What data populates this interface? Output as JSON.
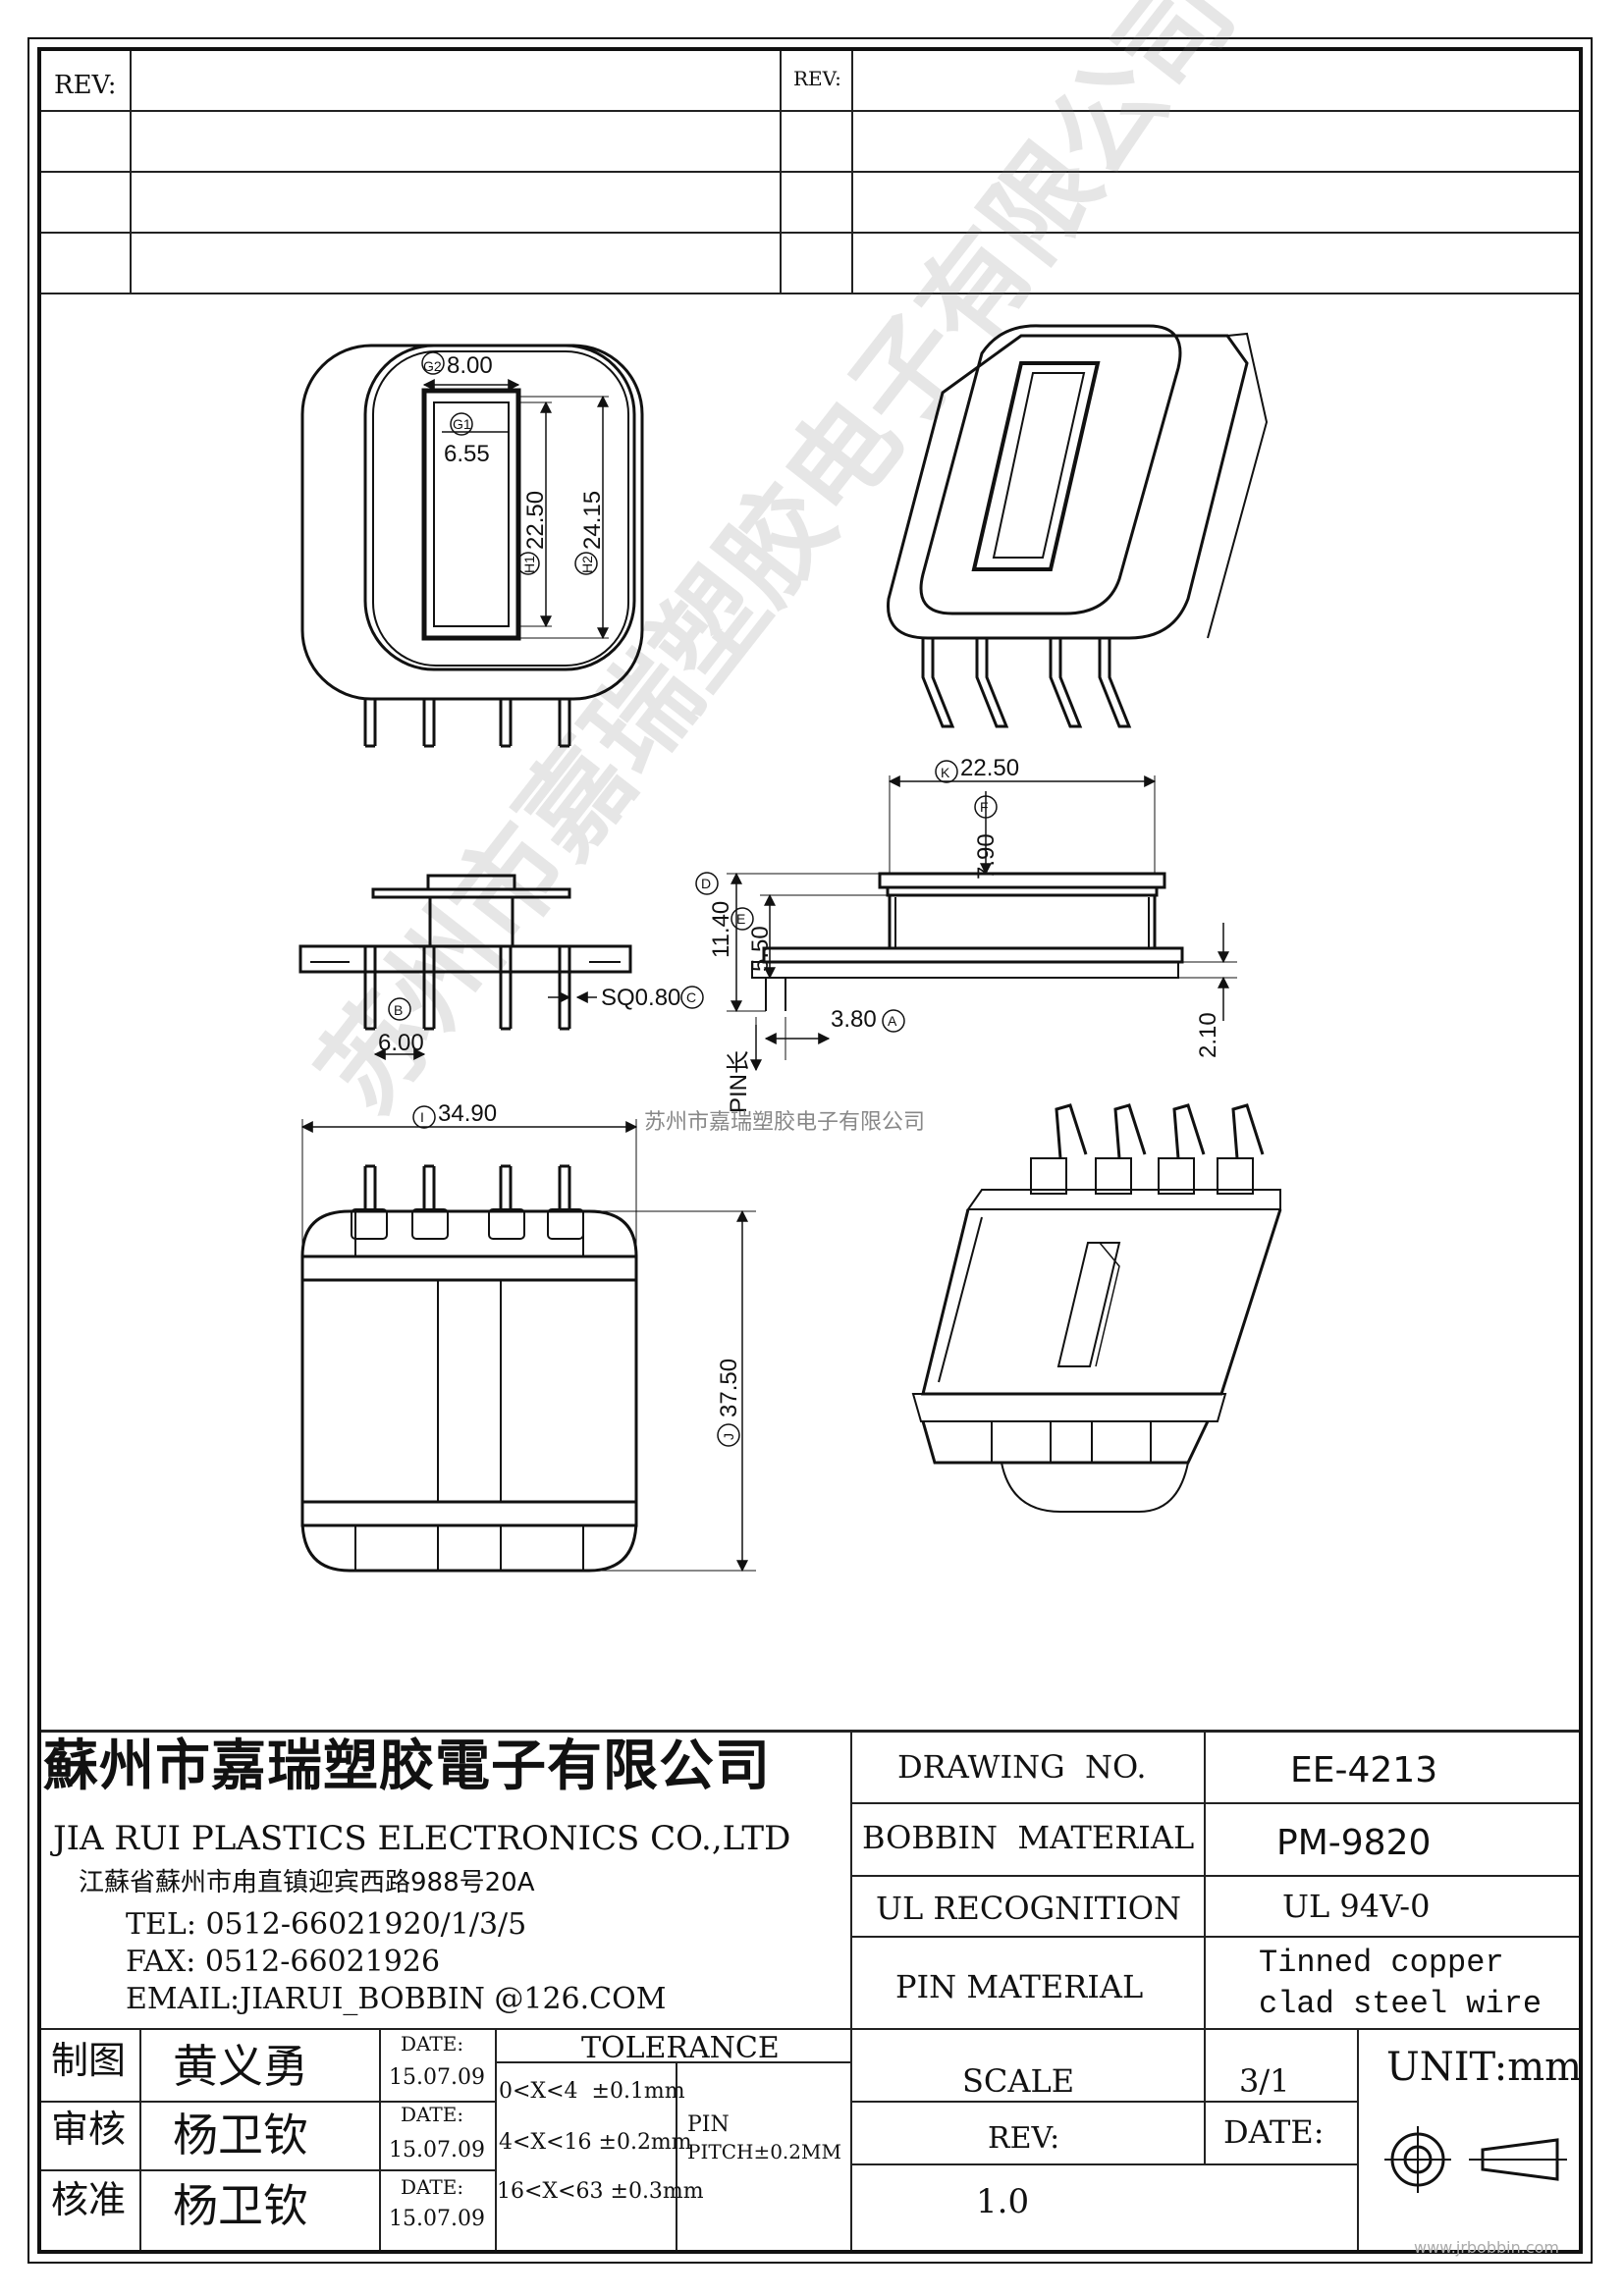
{
  "revision_table": {
    "left_label": "REV:",
    "right_label": "REV:"
  },
  "dimensions": {
    "g2": "8.00",
    "g1": "6.55",
    "h1": "22.50",
    "h2": "24.15",
    "k": "22.50",
    "f": "7.90",
    "d": "11.40",
    "e": "5.50",
    "b": "6.00",
    "c": "SQ0.80",
    "a": "3.80",
    "pin_offset": "2.10",
    "pin_length_label": "PIN长",
    "i": "34.90",
    "j": "37.50"
  },
  "markers": {
    "g2": "G2",
    "g1": "G1",
    "h1": "H1",
    "h2": "H2",
    "k": "K",
    "f": "F",
    "d": "D",
    "e": "E",
    "b": "B",
    "c": "C",
    "a": "A",
    "i": "I",
    "j": "J"
  },
  "watermark": {
    "company_cn": "苏州市嘉瑞塑胶电子有限公司",
    "center_text": "苏州市嘉瑞塑胶电子有限公司"
  },
  "title_block": {
    "company_cn": "蘇州市嘉瑞塑胶電子有限公司",
    "company_en": "JIA RUI PLASTICS ELECTRONICS CO.,LTD",
    "address": "江蘇省蘇州市甪直镇迎宾西路988号20A",
    "tel": "TEL: 0512-66021920/1/3/5",
    "fax": "FAX: 0512-66021926",
    "email": "EMAIL:JIARUI_BOBBIN @126.COM",
    "drawing_no_label": "DRAWING  NO.",
    "drawing_no": "EE-4213",
    "bobbin_material_label": "BOBBIN  MATERIAL",
    "bobbin_material": "PM-9820",
    "ul_label": "UL RECOGNITION",
    "ul_value": "UL 94V-0",
    "pin_material_label": "PIN MATERIAL",
    "pin_material_line1": "Tinned copper",
    "pin_material_line2": "clad steel wire",
    "scale_label": "SCALE",
    "scale_value": "3/1",
    "unit": "UNIT:mm",
    "rev_label": "REV:",
    "rev_value": "1.0",
    "date_label": "DATE:",
    "tolerance_label": "TOLERANCE",
    "tolerance_rows": [
      "0<X<4  ±0.1mm",
      "4<X<16 ±0.2mm",
      "16<X<63 ±0.3mm"
    ],
    "pin_pitch_line1": "PIN",
    "pin_pitch_line2": "PITCH±0.2MM",
    "signoffs": [
      {
        "role": "制图",
        "name": "黄义勇",
        "date_label": "DATE:",
        "date": "15.07.09"
      },
      {
        "role": "审核",
        "name": "杨卫钦",
        "date_label": "DATE:",
        "date": "15.07.09"
      },
      {
        "role": "核准",
        "name": "杨卫钦",
        "date_label": "DATE:",
        "date": "15.07.09"
      }
    ]
  },
  "footer_watermark": "www.jrbobbin.com"
}
